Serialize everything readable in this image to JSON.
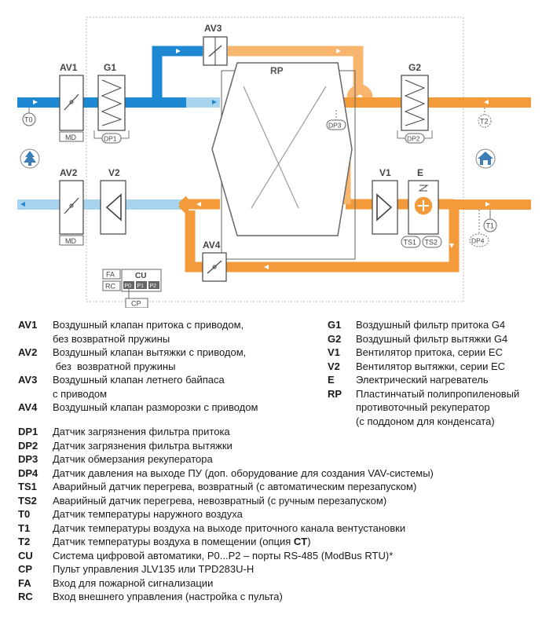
{
  "diagram": {
    "components": {
      "av1": "AV1",
      "av2": "AV2",
      "av3": "AV3",
      "av4": "AV4",
      "g1": "G1",
      "g2": "G2",
      "v1": "V1",
      "v2": "V2",
      "e": "E",
      "rp": "RP"
    },
    "sensors": {
      "t0": "T0",
      "t1": "T1",
      "t2": "T2",
      "dp1": "DP1",
      "dp2": "DP2",
      "dp3": "DP3",
      "dp4": "DP4",
      "ts1": "TS1",
      "ts2": "TS2"
    },
    "actuators": {
      "md": "MD"
    },
    "controller": {
      "cu": "CU",
      "fa": "FA",
      "rc": "RC",
      "cp": "CP",
      "p0": "P0",
      "p1": "P1",
      "p2": "P2"
    },
    "icons": {
      "outside": "tree-icon",
      "inside": "house-icon"
    },
    "colors": {
      "cold_air": "#1e88d2",
      "cold_light": "#a9d4f0",
      "warm_air": "#f39a3a",
      "warm_light": "#f7b56e",
      "frame": "#555555"
    }
  },
  "legend": {
    "left": [
      {
        "code": "AV1",
        "lines": [
          "Воздушный клапан притока с приводом,",
          "без возвратной пружины"
        ]
      },
      {
        "code": "AV2",
        "lines": [
          "Воздушный клапан вытяжки с приводом,",
          " без  возвратной пружины"
        ]
      },
      {
        "code": "AV3",
        "lines": [
          "Воздушный клапан летнего байпаса",
          "с приводом"
        ]
      },
      {
        "code": "AV4",
        "lines": [
          "Воздушный клапан разморозки с приводом"
        ]
      }
    ],
    "right": [
      {
        "code": "G1",
        "lines": [
          "Воздушный фильтр притока G4"
        ]
      },
      {
        "code": "G2",
        "lines": [
          "Воздушный фильтр вытяжки G4"
        ]
      },
      {
        "code": "V1",
        "lines": [
          "Вентилятор притока, серии ЕС"
        ]
      },
      {
        "code": "V2",
        "lines": [
          "Вентилятор вытяжки, серии ЕС"
        ]
      },
      {
        "code": "E",
        "lines": [
          "Электрический нагреватель"
        ]
      },
      {
        "code": "RP",
        "lines": [
          "Пластинчатый полипропиленовый",
          "противоточный рекуператор",
          "(с поддоном для конденсата)"
        ]
      }
    ],
    "bottom": [
      {
        "code": "DP1",
        "text": "Датчик загрязнения фильтра притока"
      },
      {
        "code": "DP2",
        "text": "Датчик загрязнения фильтра вытяжки"
      },
      {
        "code": "DP3",
        "text": "Датчик обмерзания рекуператора"
      },
      {
        "code": "DP4",
        "text": "Датчик давления на выходе ПУ (доп. оборудование для создания VAV-системы)"
      },
      {
        "code": "TS1",
        "text": "Аварийный датчик перегрева, возвратный (с автоматическим перезапуском)"
      },
      {
        "code": "TS2",
        "text": "Аварийный датчик перегрева, невозвратный (с ручным перезапуском)"
      },
      {
        "code": "T0",
        "text": "Датчик температуры наружного воздуха"
      },
      {
        "code": "T1",
        "text": "Датчик температуры воздуха на выходе приточного канала вентустановки"
      },
      {
        "code": "T2",
        "text": "Датчик температуры воздуха в помещении (опция ",
        "strong": "CT",
        "after": ")"
      },
      {
        "code": "CU",
        "text": "Система цифровой автоматики, P0...P2 – порты RS-485 (ModBus RTU)*"
      },
      {
        "code": "CP",
        "text": "Пульт управления JLV135 или TPD283U-H"
      },
      {
        "code": "FA",
        "text": "Вход для пожарной сигнализации"
      },
      {
        "code": "RC",
        "text": "Вход внешнего управления (настройка с пульта)"
      }
    ]
  }
}
